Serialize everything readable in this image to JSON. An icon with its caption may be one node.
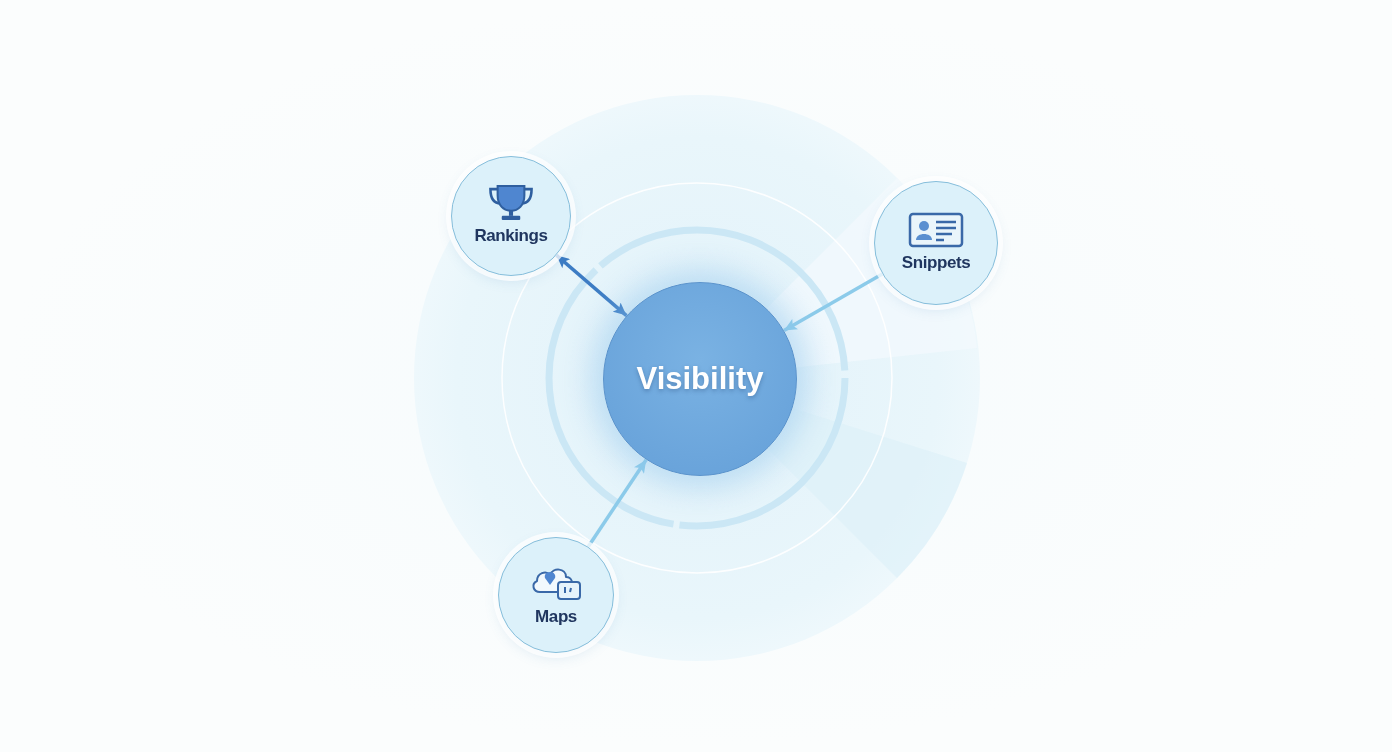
{
  "diagram": {
    "nodes": [
      {
        "text": [
          "Rankings"
        ]
      },
      {
        "text": [
          "Snippets"
        ]
      },
      {
        "text": [
          "Visibility"
        ]
      },
      {
        "text": [
          "Maps"
        ]
      }
    ],
    "edges": [
      {
        "from": 0,
        "to": 2,
        "arrow": "both",
        "color": "#3d7cc4"
      },
      {
        "from": 1,
        "to": 2,
        "arrow": "to"
      },
      {
        "from": 3,
        "to": 2,
        "arrow": "to"
      }
    ]
  }
}
